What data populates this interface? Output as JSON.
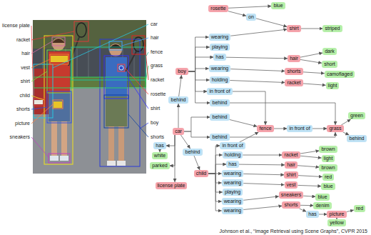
{
  "diagram": {
    "caption": "Johnson et al., “Image Retrieval using Scene Graphs”, CVPR 2015",
    "nodes": [
      {
        "text": [
          "rosette"
        ]
      },
      {
        "text": [
          "blue"
        ]
      },
      {
        "text": [
          "on"
        ]
      },
      {
        "text": [
          "shirt"
        ]
      },
      {
        "text": [
          "striped"
        ]
      },
      {
        "text": [
          "wearing"
        ]
      },
      {
        "text": [
          "playing"
        ]
      },
      {
        "text": [
          "dark"
        ]
      },
      {
        "text": [
          "has"
        ]
      },
      {
        "text": [
          "hair"
        ]
      },
      {
        "text": [
          "short"
        ]
      },
      {
        "text": [
          "wearing"
        ]
      },
      {
        "text": [
          "boy"
        ]
      },
      {
        "text": [
          "shorts"
        ]
      },
      {
        "text": [
          "camoflaged"
        ]
      },
      {
        "text": [
          "holding"
        ]
      },
      {
        "text": [
          "racket"
        ]
      },
      {
        "text": [
          "light"
        ]
      },
      {
        "text": [
          "in front of"
        ]
      },
      {
        "text": [
          "behind"
        ]
      },
      {
        "text": [
          "behind"
        ]
      },
      {
        "text": [
          "green"
        ]
      },
      {
        "text": [
          "behind"
        ]
      },
      {
        "text": [
          "fence"
        ]
      },
      {
        "text": [
          "in front of"
        ]
      },
      {
        "text": [
          "grass"
        ]
      },
      {
        "text": [
          "car"
        ]
      },
      {
        "text": [
          "behind"
        ]
      },
      {
        "text": [
          "behind"
        ]
      },
      {
        "text": [
          "in front of"
        ]
      },
      {
        "text": [
          "has"
        ]
      },
      {
        "text": [
          "brown"
        ]
      },
      {
        "text": [
          "behind"
        ]
      },
      {
        "text": [
          "holding"
        ]
      },
      {
        "text": [
          "racket"
        ]
      },
      {
        "text": [
          "white"
        ]
      },
      {
        "text": [
          "light"
        ]
      },
      {
        "text": [
          "has"
        ]
      },
      {
        "text": [
          "hair"
        ]
      },
      {
        "text": [
          "parked"
        ]
      },
      {
        "text": [
          "brown"
        ]
      },
      {
        "text": [
          "child"
        ]
      },
      {
        "text": [
          "wearing"
        ]
      },
      {
        "text": [
          "shirt"
        ]
      },
      {
        "text": [
          "red"
        ]
      },
      {
        "text": [
          "wearing"
        ]
      },
      {
        "text": [
          "vest"
        ]
      },
      {
        "text": [
          "license plate"
        ]
      },
      {
        "text": [
          "blue"
        ]
      },
      {
        "text": [
          "playing"
        ]
      },
      {
        "text": [
          "sneakers"
        ]
      },
      {
        "text": [
          "blue"
        ]
      },
      {
        "text": [
          "wearing"
        ]
      },
      {
        "text": [
          "shorts"
        ]
      },
      {
        "text": [
          "denim"
        ]
      },
      {
        "text": [
          "red"
        ]
      },
      {
        "text": [
          "wearing"
        ]
      },
      {
        "text": [
          "has"
        ]
      },
      {
        "text": [
          "picture"
        ]
      },
      {
        "text": [
          "yellow"
        ]
      }
    ],
    "edges": [
      {
        "from": 0,
        "to": 2,
        "arrow": "to"
      },
      {
        "from": 2,
        "to": 3,
        "arrow": "to"
      },
      {
        "from": 0,
        "to": 1,
        "arrow": "to"
      },
      {
        "from": 3,
        "to": 4,
        "arrow": "to"
      },
      {
        "from": 12,
        "to": 5,
        "arrow": "to"
      },
      {
        "from": 12,
        "to": 6,
        "arrow": "to"
      },
      {
        "from": 12,
        "to": 8,
        "arrow": "to"
      },
      {
        "from": 12,
        "to": 11,
        "arrow": "to"
      },
      {
        "from": 12,
        "to": 15,
        "arrow": "to"
      },
      {
        "from": 12,
        "to": 18,
        "arrow": "to"
      },
      {
        "from": 12,
        "to": 20,
        "arrow": "to"
      },
      {
        "from": 5,
        "to": 3,
        "arrow": "to"
      },
      {
        "from": 8,
        "to": 9,
        "arrow": "to"
      },
      {
        "from": 9,
        "to": 7,
        "arrow": "to"
      },
      {
        "from": 9,
        "to": 10,
        "arrow": "to"
      },
      {
        "from": 11,
        "to": 13,
        "arrow": "to"
      },
      {
        "from": 13,
        "to": 14,
        "arrow": "to"
      },
      {
        "from": 15,
        "to": 16,
        "arrow": "to"
      },
      {
        "from": 16,
        "to": 17,
        "arrow": "to"
      },
      {
        "from": 18,
        "to": 23,
        "arrow": "to"
      },
      {
        "from": 20,
        "to": 25,
        "arrow": "to"
      },
      {
        "from": 26,
        "to": 19,
        "arrow": "to"
      },
      {
        "from": 19,
        "to": 12,
        "arrow": "to"
      },
      {
        "from": 26,
        "to": 22,
        "arrow": "to"
      },
      {
        "from": 22,
        "to": 23,
        "arrow": "to"
      },
      {
        "from": 23,
        "to": 24,
        "arrow": "to"
      },
      {
        "from": 24,
        "to": 25,
        "arrow": "to"
      },
      {
        "from": 25,
        "to": 21,
        "arrow": "to"
      },
      {
        "from": 25,
        "to": 28,
        "arrow": "to"
      },
      {
        "from": 26,
        "to": 27,
        "arrow": "to"
      },
      {
        "from": 27,
        "to": 25,
        "arrow": "to"
      },
      {
        "from": 26,
        "to": 30,
        "arrow": "to"
      },
      {
        "from": 30,
        "to": 35,
        "arrow": "to"
      },
      {
        "from": 26,
        "to": 39,
        "arrow": "to"
      },
      {
        "from": 26,
        "to": 47,
        "arrow": "to"
      },
      {
        "from": 26,
        "to": 32,
        "arrow": "to"
      },
      {
        "from": 32,
        "to": 41,
        "arrow": "to"
      },
      {
        "from": 41,
        "to": 29,
        "arrow": "to"
      },
      {
        "from": 41,
        "to": 33,
        "arrow": "to"
      },
      {
        "from": 41,
        "to": 37,
        "arrow": "to"
      },
      {
        "from": 41,
        "to": 42,
        "arrow": "to"
      },
      {
        "from": 41,
        "to": 45,
        "arrow": "to"
      },
      {
        "from": 41,
        "to": 49,
        "arrow": "to"
      },
      {
        "from": 41,
        "to": 52,
        "arrow": "to"
      },
      {
        "from": 41,
        "to": 56,
        "arrow": "to"
      },
      {
        "from": 29,
        "to": 23,
        "arrow": "to"
      },
      {
        "from": 33,
        "to": 34,
        "arrow": "to"
      },
      {
        "from": 34,
        "to": 31,
        "arrow": "to"
      },
      {
        "from": 34,
        "to": 36,
        "arrow": "to"
      },
      {
        "from": 37,
        "to": 38,
        "arrow": "to"
      },
      {
        "from": 38,
        "to": 40,
        "arrow": "to"
      },
      {
        "from": 42,
        "to": 43,
        "arrow": "to"
      },
      {
        "from": 43,
        "to": 44,
        "arrow": "to"
      },
      {
        "from": 45,
        "to": 46,
        "arrow": "to"
      },
      {
        "from": 46,
        "to": 48,
        "arrow": "to"
      },
      {
        "from": 52,
        "to": 50,
        "arrow": "to"
      },
      {
        "from": 50,
        "to": 51,
        "arrow": "to"
      },
      {
        "from": 56,
        "to": 53,
        "arrow": "to"
      },
      {
        "from": 53,
        "to": 54,
        "arrow": "to"
      },
      {
        "from": 53,
        "to": 57,
        "arrow": "to"
      },
      {
        "from": 57,
        "to": 58,
        "arrow": "to"
      },
      {
        "from": 58,
        "to": 55,
        "arrow": "to"
      },
      {
        "from": 58,
        "to": 59,
        "arrow": "to"
      }
    ],
    "labels": [
      "license plate",
      "racket",
      "hair",
      "vest",
      "shirt",
      "child",
      "shorts",
      "picture",
      "sneakers",
      "car",
      "hair",
      "fence",
      "grass",
      "racket",
      "rosette",
      "shirt",
      "boy",
      "shorts"
    ]
  }
}
